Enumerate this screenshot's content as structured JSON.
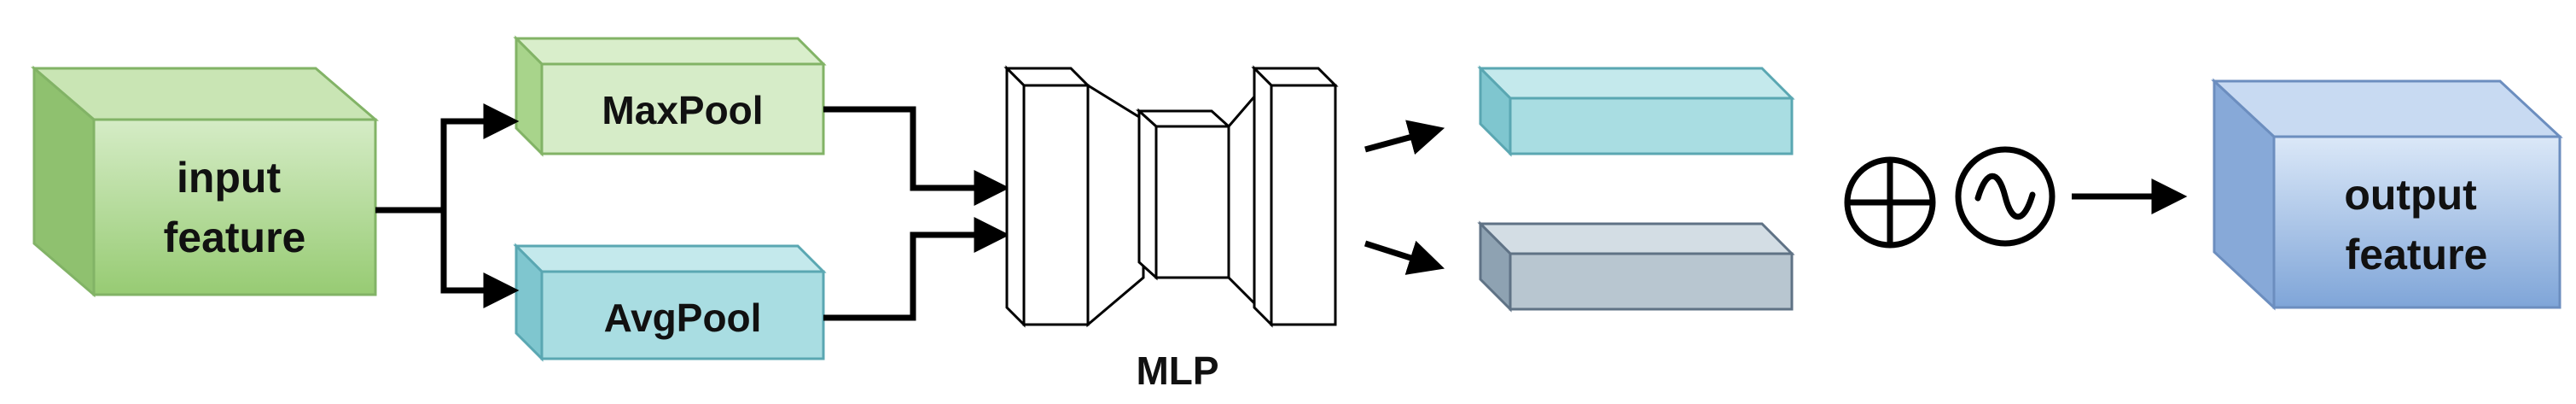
{
  "diagram": {
    "nodes": {
      "input_feature": {
        "lines": [
          "input",
          "feature"
        ]
      },
      "maxpool": {
        "label": "MaxPool"
      },
      "avgpool": {
        "label": "AvgPool"
      },
      "mlp": {
        "label": "MLP"
      },
      "output_feature": {
        "lines": [
          "output",
          "feature"
        ]
      }
    },
    "operators": {
      "add": "circle-plus-icon",
      "sigmoid": "circle-sine-icon"
    },
    "colors": {
      "green_face": "#b7dca0",
      "green_stroke": "#82b366",
      "teal_face": "#a9dde2",
      "teal_stroke": "#5aa7b2",
      "gray_face": "#b8c6d0",
      "gray_stroke": "#5f7285",
      "blue_face": "#aac6ea",
      "blue_stroke": "#6c8ebf",
      "line": "#000000"
    }
  }
}
